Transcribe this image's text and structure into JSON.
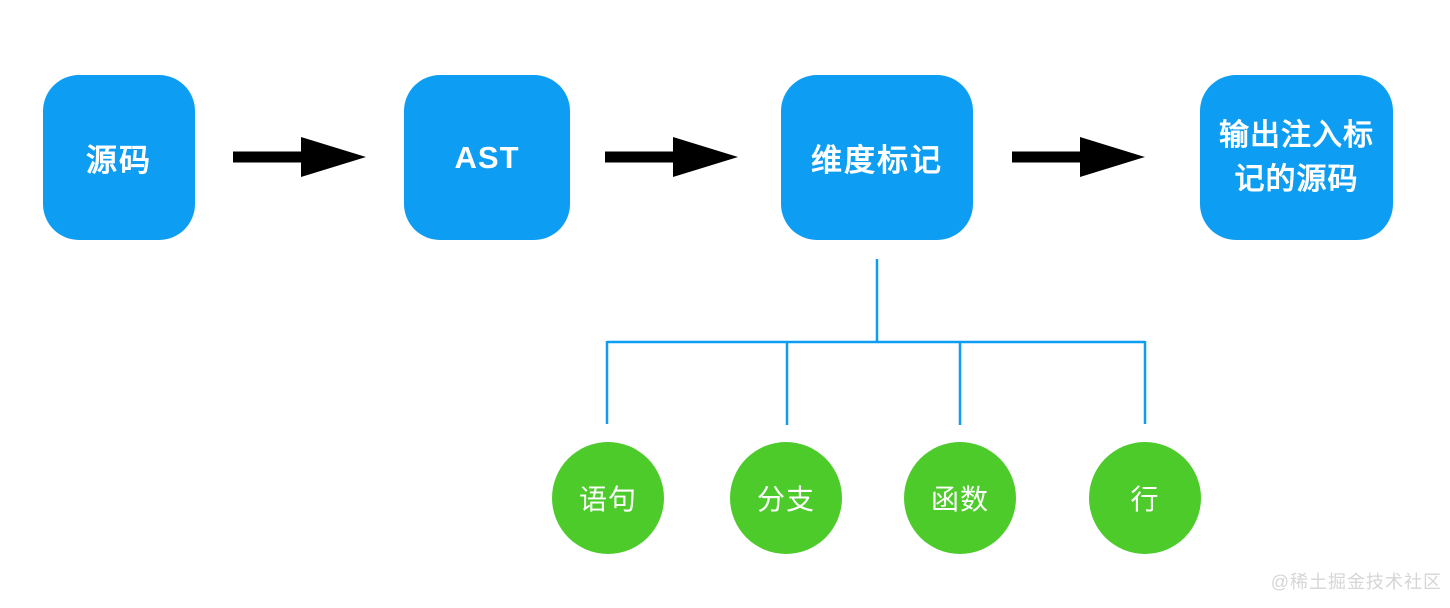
{
  "flow": {
    "nodes": [
      {
        "id": "source",
        "label": "源码"
      },
      {
        "id": "ast",
        "label": "AST"
      },
      {
        "id": "dimension-marking",
        "label": "维度标记"
      },
      {
        "id": "output-injected-source",
        "label": "输出注入标记的源码"
      }
    ]
  },
  "branches": {
    "nodes": [
      {
        "id": "statement",
        "label": "语句"
      },
      {
        "id": "branch",
        "label": "分支"
      },
      {
        "id": "function",
        "label": "函数"
      },
      {
        "id": "line",
        "label": "行"
      }
    ]
  },
  "colors": {
    "node_blue": "#0d9df2",
    "branch_green": "#4dcb2b",
    "connector_blue": "#0d9df2",
    "arrow_black": "#000000",
    "node_text_white": "#ffffff",
    "watermark_gray": "#d6d6d6"
  },
  "watermark": {
    "text": "@稀土掘金技术社区"
  }
}
